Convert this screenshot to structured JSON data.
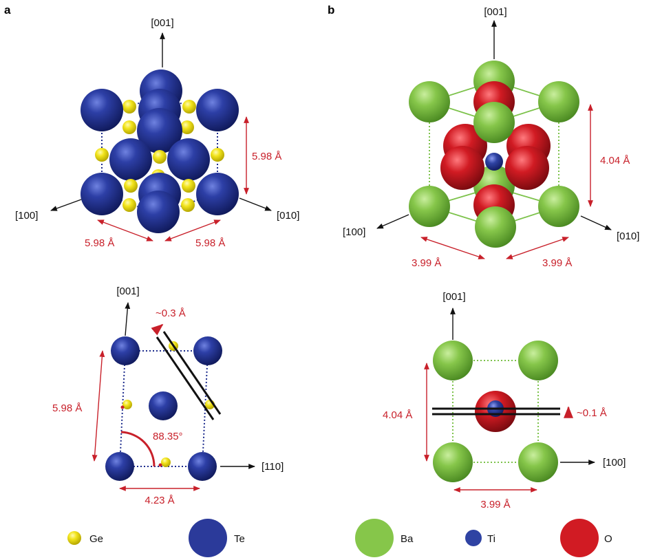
{
  "panels": {
    "a": "a",
    "b": "b"
  },
  "axes": {
    "a_001": "[001]",
    "a_100": "[100]",
    "a_010": "[010]",
    "b_001": "[001]",
    "b_100": "[100]",
    "b_010": "[010]",
    "a2_001": "[001]",
    "a2_110": "[110]",
    "b2_001": "[001]",
    "b2_100": "[100]"
  },
  "measurements": {
    "a_vertical": "5.98 Å",
    "a_left": "5.98 Å",
    "a_right": "5.98 Å",
    "b_vertical": "4.04 Å",
    "b_left": "3.99 Å",
    "b_right": "3.99 Å",
    "a2_shift": "~0.3 Å",
    "a2_vertical": "5.98 Å",
    "a2_angle": "88.35°",
    "a2_horizontal": "4.23 Å",
    "b2_vertical": "4.04 Å",
    "b2_shift": "~0.1 Å",
    "b2_horizontal": "3.99 Å"
  },
  "legend": {
    "ge": "Ge",
    "te": "Te",
    "ba": "Ba",
    "ti": "Ti",
    "o": "O"
  },
  "colors": {
    "te": "#2b3a9a",
    "ge": "#f0e61e",
    "ba": "#86c64a",
    "ti": "#2f43a3",
    "o": "#d11b23",
    "measure": "#c8202a",
    "cell_a": "#1b2a8c",
    "cell_b": "#7cc24a"
  }
}
